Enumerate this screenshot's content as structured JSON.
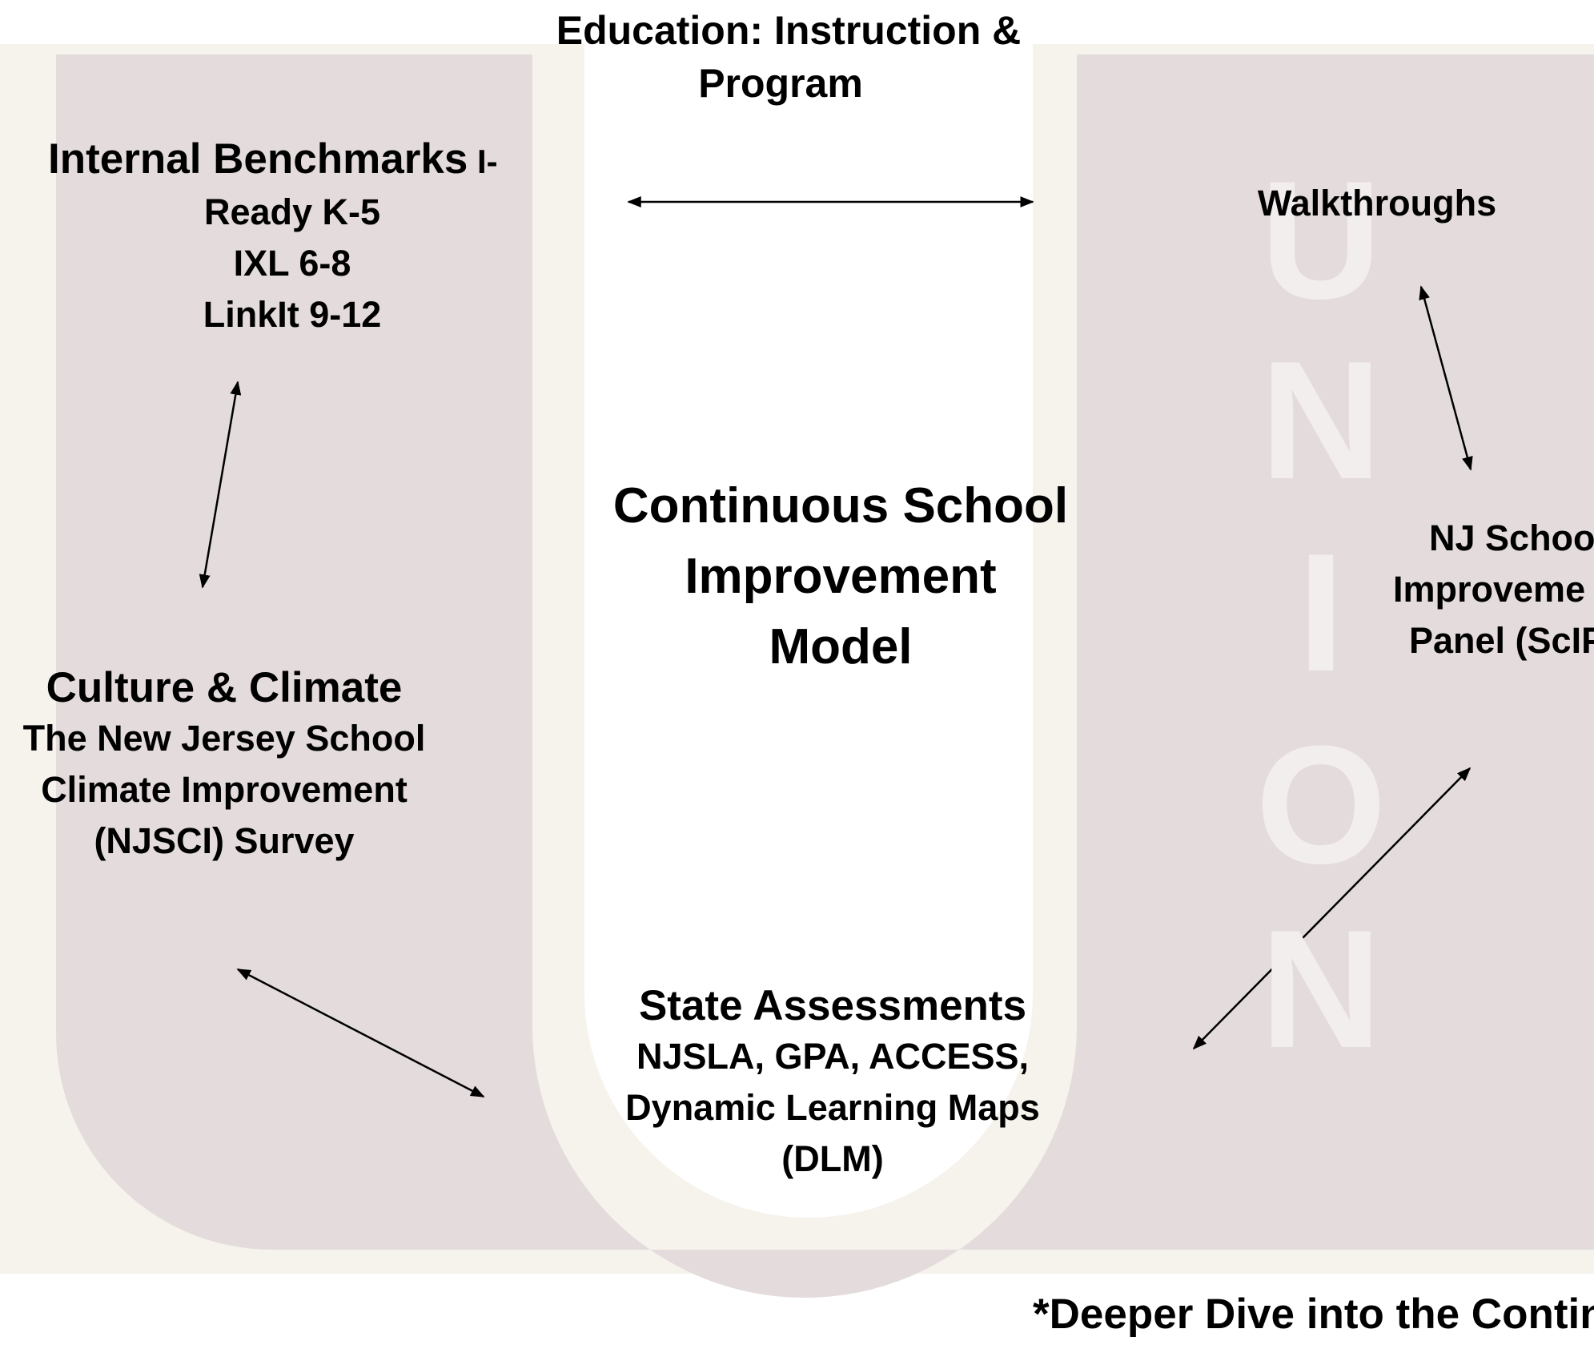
{
  "title": [
    "Continuous School",
    "Improvement",
    "Model"
  ],
  "top_label": [
    "Education: Instruction &",
    "Program"
  ],
  "internal_benchmarks": {
    "heading": "Internal Benchmarks",
    "heading_suffix": " I-",
    "lines": [
      "Ready K-5",
      "IXL 6-8",
      "LinkIt 9-12"
    ]
  },
  "walkthroughs": "Walkthroughs",
  "njsip": [
    "NJ School",
    "Improveme",
    "Panel (ScIP"
  ],
  "culture_climate": {
    "heading": "Culture & Climate",
    "lines": [
      "The New Jersey School",
      "Climate Improvement",
      "(NJSCI) Survey"
    ]
  },
  "state_assessments": {
    "heading": "State Assessments",
    "lines": [
      "NJSLA, GPA, ACCESS,",
      "Dynamic Learning Maps",
      "(DLM)"
    ]
  },
  "footnote": "*Deeper Dive into the Continuo",
  "watermark": [
    "U",
    "N",
    "I",
    "O",
    "N"
  ],
  "colors": {
    "u_shape": "#e4dcdc",
    "u_border": "#f6f3ed",
    "watermark_letters": "#f3eeee",
    "arrows": "#000000"
  }
}
